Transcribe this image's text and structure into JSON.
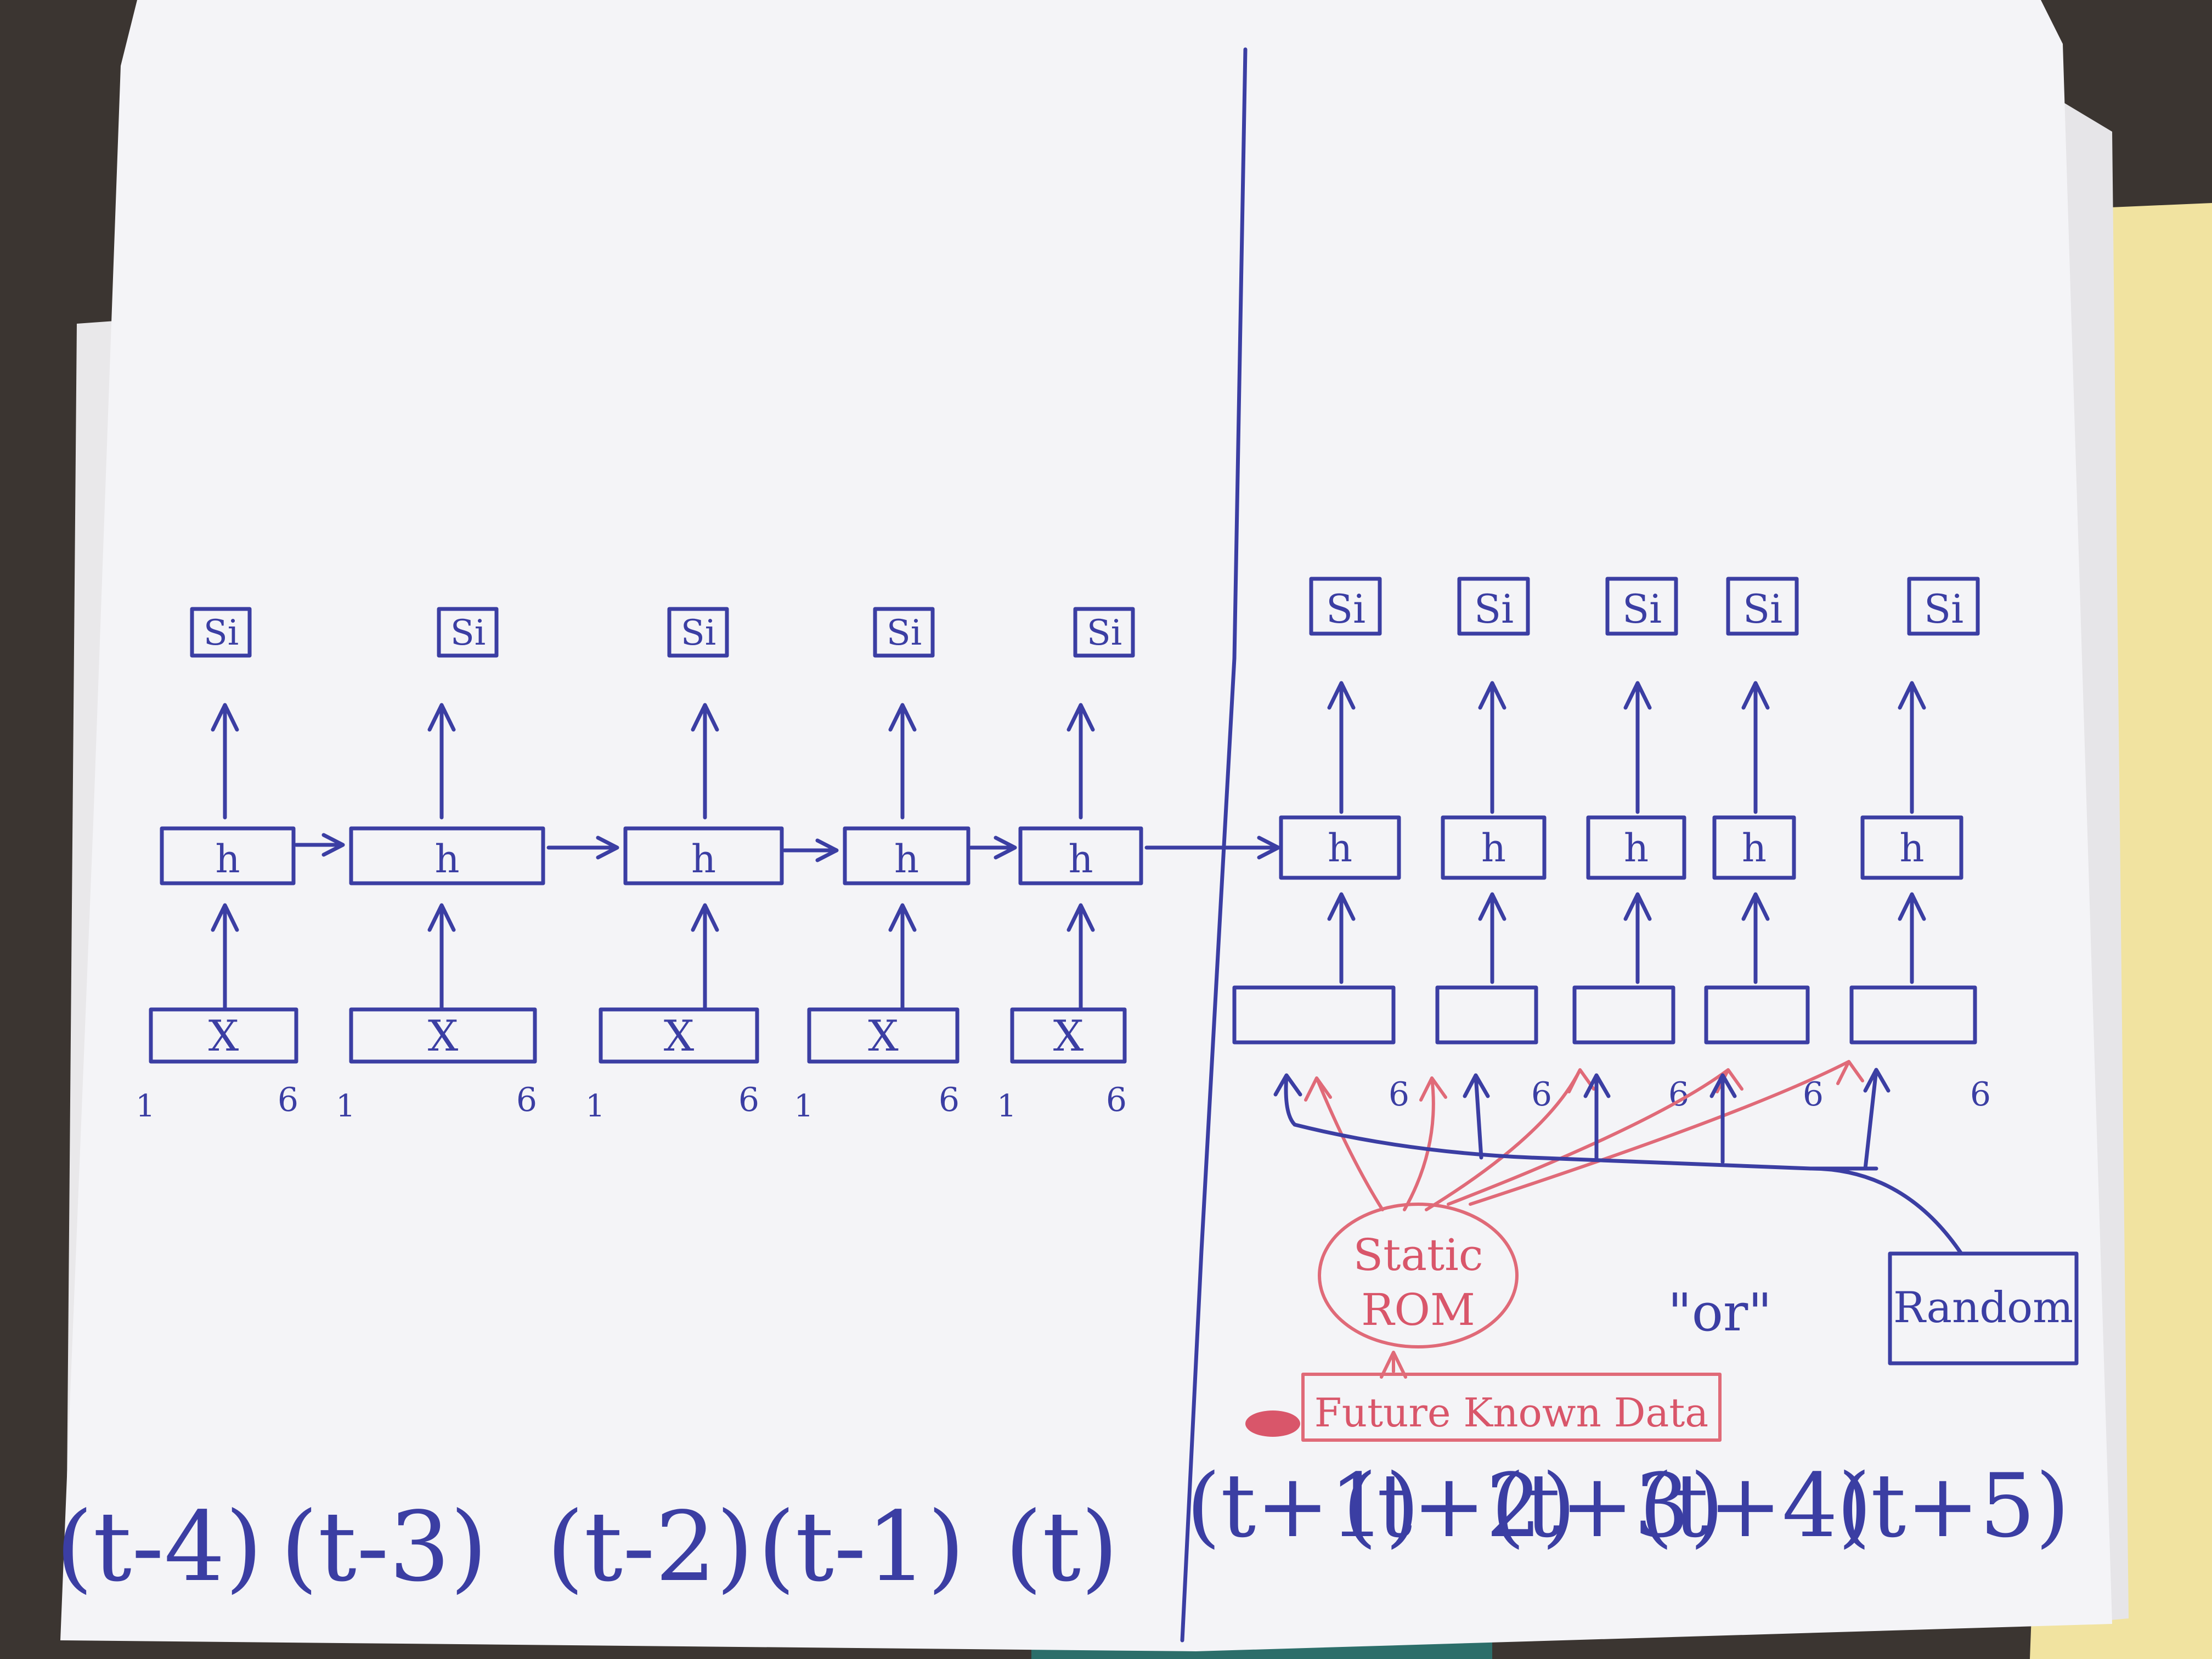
{
  "diagram": {
    "past_steps": [
      {
        "input": "X",
        "hidden": "h",
        "output": "Si",
        "range_start": "1",
        "range_end": "6",
        "time": "(t-4)"
      },
      {
        "input": "X",
        "hidden": "h",
        "output": "Si",
        "range_start": "1",
        "range_end": "6",
        "time": "(t-3)"
      },
      {
        "input": "X",
        "hidden": "h",
        "output": "Si",
        "range_start": "1",
        "range_end": "6",
        "time": "(t-2)"
      },
      {
        "input": "X",
        "hidden": "h",
        "output": "Si",
        "range_start": "1",
        "range_end": "6",
        "time": "(t-1)"
      },
      {
        "input": "X",
        "hidden": "h",
        "output": "Si",
        "range_start": "1",
        "range_end": "6",
        "time": "(t)"
      }
    ],
    "future_steps": [
      {
        "hidden": "h",
        "output": "Si",
        "range_end": "6",
        "time": "(t+1)"
      },
      {
        "hidden": "h",
        "output": "Si",
        "range_end": "6",
        "time": "(t+2)"
      },
      {
        "hidden": "h",
        "output": "Si",
        "range_end": "6",
        "time": "(t+3)"
      },
      {
        "hidden": "h",
        "output": "Si",
        "range_end": "6",
        "time": "(t+4)"
      },
      {
        "hidden": "h",
        "output": "Si",
        "range_end": "6",
        "time": "(t+5)"
      }
    ],
    "static_rom_label": [
      "Static",
      "ROM"
    ],
    "future_known_data_label": "Future Known Data",
    "or_label": "\"or\"",
    "random_label": "Random"
  },
  "colors": {
    "blue_ink": "#3b3ea3",
    "red_ink": "#e06a78",
    "paper": "#f4f4f7",
    "desk": "#3b3531",
    "folder": "#f3e6a0"
  }
}
